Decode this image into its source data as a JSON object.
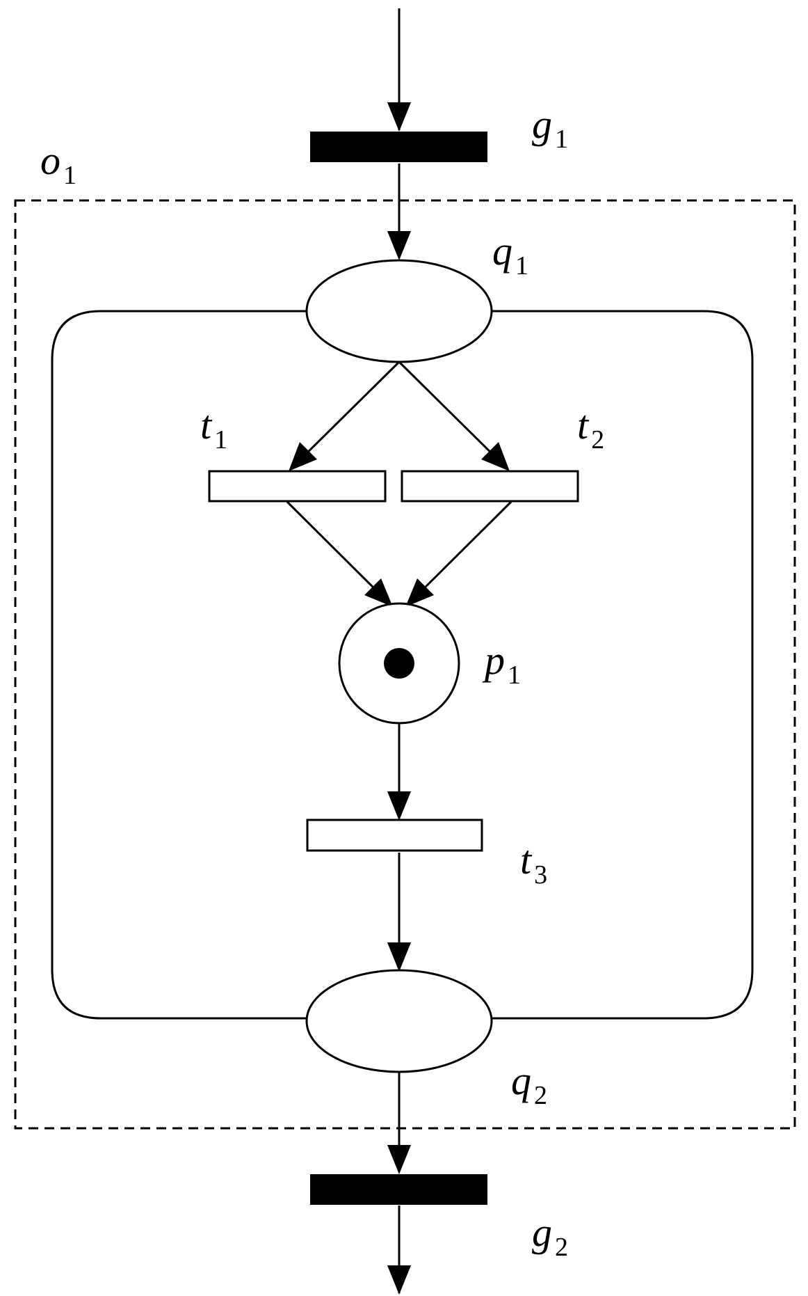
{
  "diagram": {
    "labels": {
      "g1": {
        "base": "g",
        "sub": "1"
      },
      "o1": {
        "base": "o",
        "sub": "1"
      },
      "q1": {
        "base": "q",
        "sub": "1"
      },
      "t1": {
        "base": "t",
        "sub": "1"
      },
      "t2": {
        "base": "t",
        "sub": "2"
      },
      "p1": {
        "base": "p",
        "sub": "1"
      },
      "t3": {
        "base": "t",
        "sub": "3"
      },
      "q2": {
        "base": "q",
        "sub": "2"
      },
      "g2": {
        "base": "g",
        "sub": "2"
      }
    },
    "p1_tokens": 1,
    "colors": {
      "stroke": "#000000",
      "fill": "#ffffff",
      "solid": "#000000"
    }
  }
}
